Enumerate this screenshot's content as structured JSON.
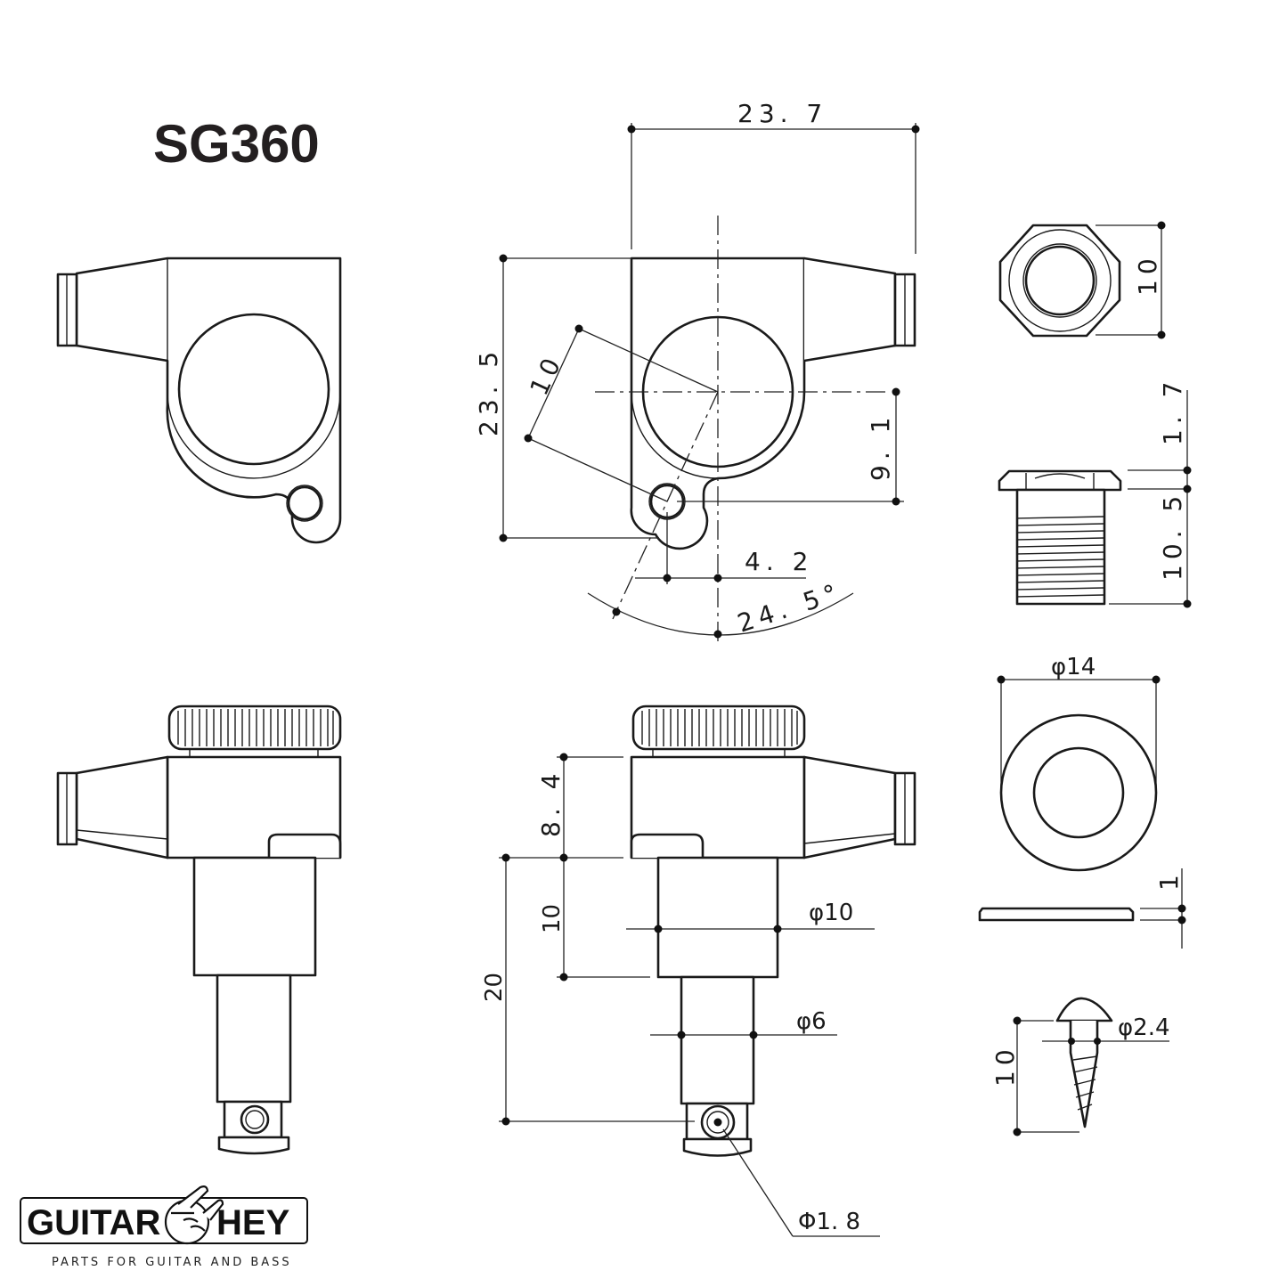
{
  "title": "SG360",
  "colors": {
    "ink": "#1a1a1a",
    "background": "#ffffff",
    "title": "#231f20"
  },
  "views": {
    "top_view_dims": {
      "overall_width": "23. 7",
      "overall_height": "23. 5",
      "hole_spacing": "10",
      "vertical_offset": "9. 1",
      "horizontal_offset": "4. 2",
      "angle": "24. 5°"
    },
    "side_view_dims": {
      "housing_height": "8. 4",
      "bushing_length": "10",
      "post_length": "20",
      "bushing_diameter": "φ10",
      "post_diameter": "φ6",
      "string_hole_diameter": "Φ1. 8"
    },
    "hex_nut": {
      "width": "10"
    },
    "threaded_bushing": {
      "flange_height": "1. 7",
      "thread_length": "10. 5"
    },
    "washer": {
      "outer_diameter": "φ14",
      "thickness": "1"
    },
    "screw": {
      "diameter": "φ2.4",
      "length": "10"
    }
  },
  "logo": {
    "left_word": "GUITAR",
    "right_word": "HEY",
    "tagline": "PARTS FOR GUITAR AND BASS",
    "icon": "rock-hand-icon"
  }
}
